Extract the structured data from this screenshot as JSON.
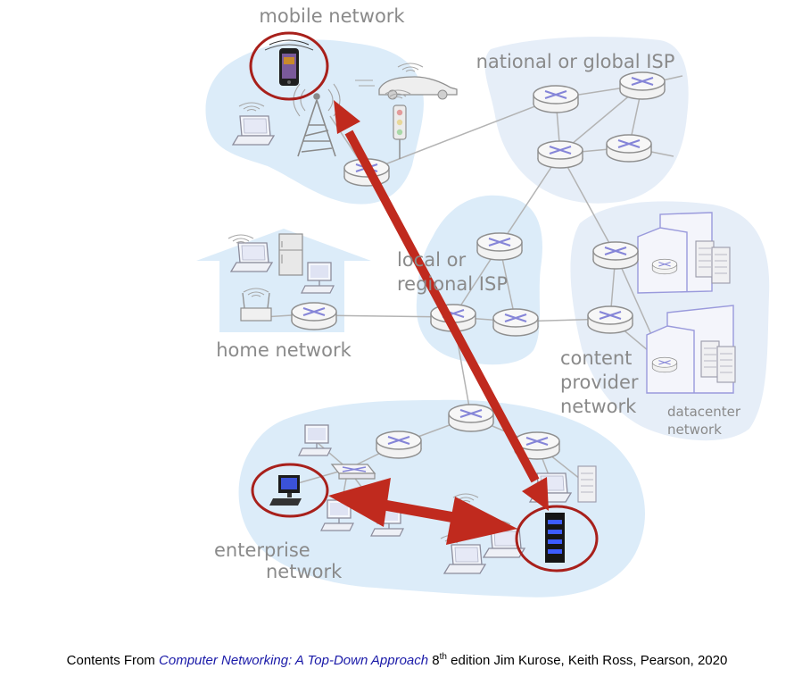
{
  "labels": {
    "mobile": "mobile network",
    "national": "national or global ISP",
    "local_line1": "local or",
    "local_line2": "regional ISP",
    "home": "home network",
    "content1": "content",
    "content2": "provider",
    "content3": "network",
    "datacenter1": "datacenter",
    "datacenter2": "network",
    "enterprise1": "enterprise",
    "enterprise2": "network"
  },
  "footer": {
    "prefix": "Contents From ",
    "book": "Computer Networking: A Top-Down Approach",
    "edition_num": " 8",
    "edition_sup": "th",
    "rest": " edition Jim Kurose, Keith Ross, Pearson, 2020"
  },
  "colors": {
    "region_fill": "#dcecf9",
    "router_stroke": "#8f8f8f",
    "router_cross": "#8585d8",
    "arrow": "#c02a1e",
    "highlight_ring": "#a8201b",
    "link": "#b3b3b3",
    "label": "#8a8a8a"
  }
}
